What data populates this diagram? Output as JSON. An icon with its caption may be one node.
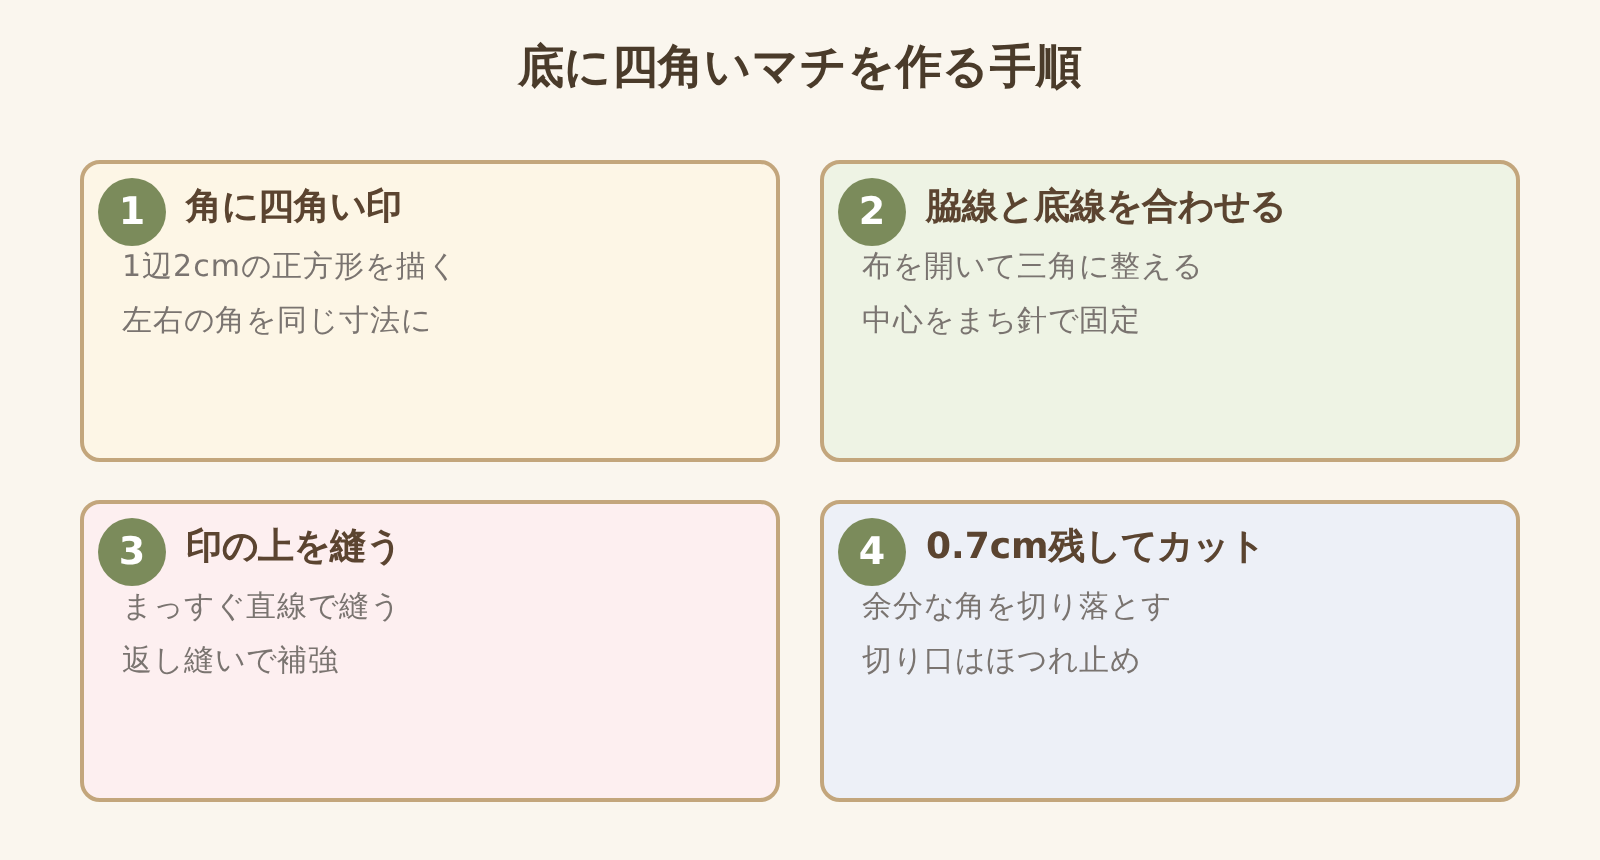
{
  "diagram": {
    "title": "底に四角いマチを作る手順",
    "nodes": [
      {
        "text": [
          "角に四角い印",
          "1辺2cmの正方形を描く",
          "左右の角を同じ寸法に"
        ]
      },
      {
        "text": [
          "1"
        ],
        "in": 0
      },
      {
        "text": [
          "脇線と底線を合わせる",
          "布を開いて三角に整える",
          "中心をまち針で固定"
        ]
      },
      {
        "text": [
          "2"
        ],
        "in": 2
      },
      {
        "text": [
          "印の上を縫う",
          "まっすぐ直線で縫う",
          "返し縫いで補強"
        ]
      },
      {
        "text": [
          "3"
        ],
        "in": 4
      },
      {
        "text": [
          "0.7cm残してカット",
          "余分な角を切り落とす",
          "切り口はほつれ止め"
        ]
      },
      {
        "text": [
          "4"
        ],
        "in": 6
      }
    ]
  }
}
